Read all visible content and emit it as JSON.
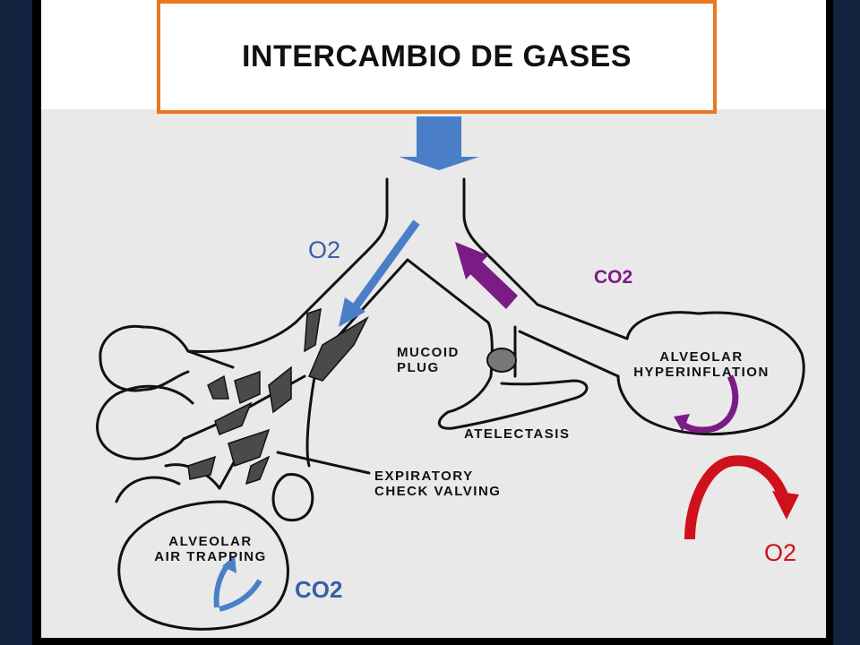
{
  "title": "INTERCAMBIO DE GASES",
  "labels": {
    "o2_top": "O2",
    "co2_top": "CO2",
    "o2_right": "O2",
    "co2_bottom": "CO2"
  },
  "drawing_labels": {
    "mucoid_plug": [
      "MUCOID",
      "PLUG"
    ],
    "alveolar_hyperinflation": [
      "ALVEOLAR",
      "HYPERINFLATION"
    ],
    "atelectasis": "ATELECTASIS",
    "expiratory_check_valving": [
      "EXPIRATORY",
      "CHECK VALVING"
    ],
    "alveolar_air_trapping": [
      "ALVEOLAR",
      "AIR TRAPPING"
    ]
  },
  "colors": {
    "title_border": "#e87722",
    "o2_arrow": "#4a7fc8",
    "co2_arrow": "#7b1b85",
    "o2_exit_arrow": "#d0101a",
    "background": "#12233f"
  }
}
